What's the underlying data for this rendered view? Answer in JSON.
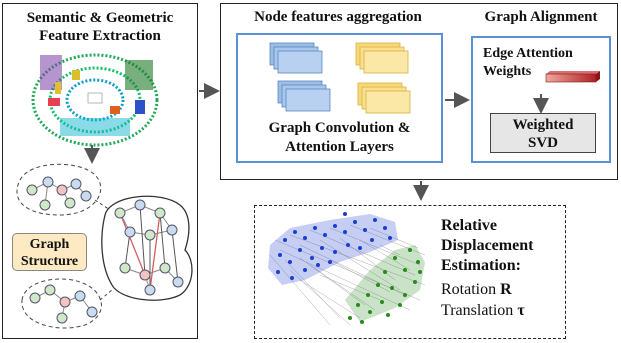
{
  "left_panel": {
    "title_line1": "Semantic & Geometric",
    "title_line2": "Feature Extraction",
    "graph_label_line1": "Graph",
    "graph_label_line2": "Structure"
  },
  "top_panel": {
    "aggregation_title": "Node features aggregation",
    "conv_label_line1": "Graph Convolution &",
    "conv_label_line2": "Attention Layers",
    "alignment_title": "Graph Alignment",
    "edge_label_line1": "Edge Attention",
    "edge_label_line2": "Weights",
    "svd_line1": "Weighted",
    "svd_line2": "SVD"
  },
  "bottom_panel": {
    "line1": "Relative",
    "line2": "Displacement",
    "line3": "Estimation:",
    "rotation_text": "Rotation ",
    "rotation_symbol": "R",
    "translation_text": "Translation ",
    "translation_symbol": "τ"
  },
  "colors": {
    "panel_border": "#222222",
    "accent_blue": "#5b8fd6",
    "node_green": "#cfe8c8",
    "node_blue": "#c9dbf0",
    "node_red": "#f2c4c4",
    "label_fill": "#fde9c2",
    "cloud_blue": "#1a3fd0",
    "cloud_green": "#2a8a1e",
    "arrow_gray": "#555555"
  }
}
